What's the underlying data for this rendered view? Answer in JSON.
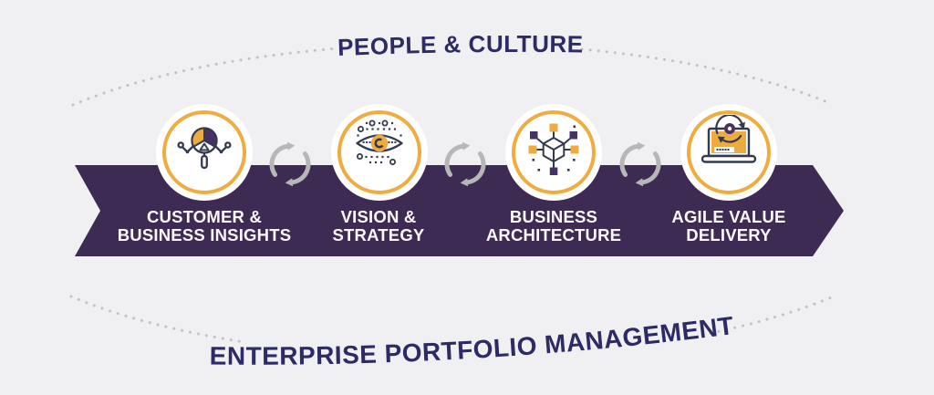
{
  "diagram": {
    "top_label": "PEOPLE & CULTURE",
    "bottom_label": "ENTERPRISE PORTFOLIO MANAGEMENT",
    "stages": [
      {
        "line1": "CUSTOMER &",
        "line2": "BUSINESS INSIGHTS",
        "icon": "magnifier-pie-chart-icon"
      },
      {
        "line1": "VISION &",
        "line2": "STRATEGY",
        "icon": "eye-icon"
      },
      {
        "line1": "BUSINESS",
        "line2": "ARCHITECTURE",
        "icon": "cube-network-icon"
      },
      {
        "line1": "AGILE VALUE",
        "line2": "DELIVERY",
        "icon": "laptop-sync-icon"
      }
    ],
    "connector_icon": "cycle-arrows-icon",
    "colors": {
      "background": "#F0EFF2",
      "banner_purple": "#3E2B53",
      "title_navy": "#2D2B66",
      "ring_yellow": "#EFAC41",
      "icon_yellow": "#EEAB40",
      "icon_purple": "#473266",
      "icon_outline": "#333A4E",
      "label_white": "#FAF8FB",
      "arc_gray": "#C2C2C2",
      "cycle_gray": "#B7B7B7"
    }
  }
}
